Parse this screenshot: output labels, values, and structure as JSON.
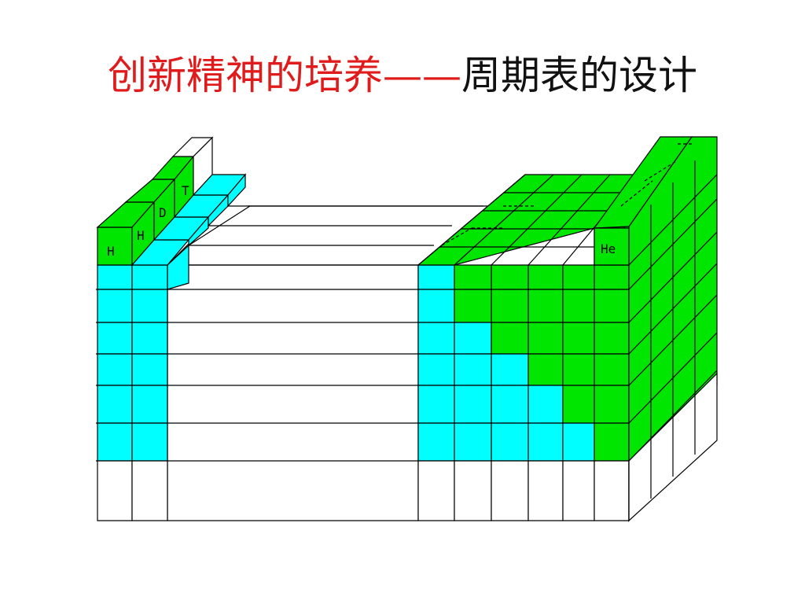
{
  "slide": {
    "title_part1": "创新精神的培养——",
    "title_part2": "周期表的设计"
  },
  "colors": {
    "title_red": "#e01b1b",
    "green": "#00e600",
    "cyan": "#00ffff",
    "white": "#ffffff",
    "line": "#000000"
  },
  "labels": {
    "h_front": "H",
    "h_back": "H",
    "d": "D",
    "t": "T",
    "he": "He"
  }
}
